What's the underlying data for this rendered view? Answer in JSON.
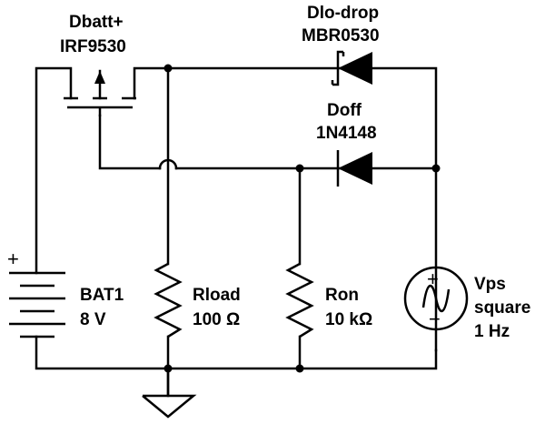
{
  "components": {
    "mosfet": {
      "name": "Dbatt+",
      "part": "IRF9530"
    },
    "diode_lo": {
      "name": "Dlo-drop",
      "part": "MBR0530"
    },
    "diode_off": {
      "name": "Doff",
      "part": "1N4148"
    },
    "battery": {
      "name": "BAT1",
      "value": "8 V",
      "polarity": "+"
    },
    "rload": {
      "name": "Rload",
      "value": "100 Ω"
    },
    "ron": {
      "name": "Ron",
      "value": "10 kΩ"
    },
    "source": {
      "name": "Vps",
      "type": "square",
      "freq": "1 Hz",
      "plus": "+",
      "minus": "−"
    }
  }
}
